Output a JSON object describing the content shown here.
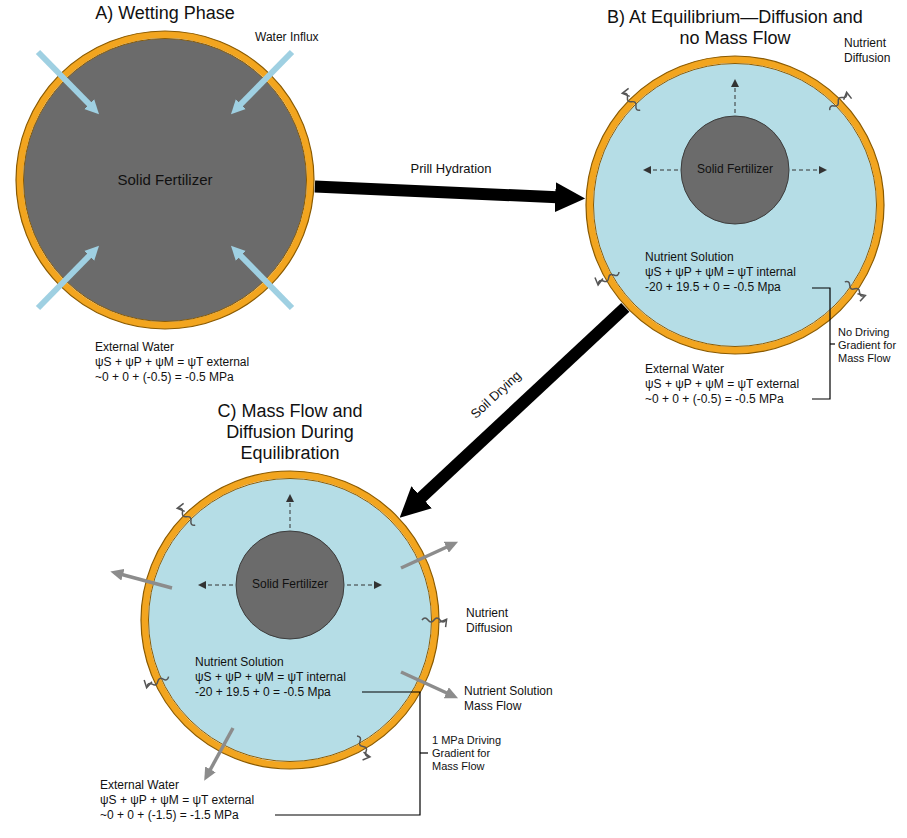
{
  "diagram": {
    "nodes": [
      {
        "text": [
          "A) Wetting Phase",
          "Solid Fertilizer"
        ]
      },
      {
        "text": [
          "B) At Equilibrium—Diffusion and no Mass Flow",
          "Nutrient Solution",
          "ψS + ψP + ψM = ψT internal",
          "-20 + 19.5 + 0 = -0.5 Mpa"
        ]
      },
      {
        "text": [
          "Solid Fertilizer"
        ],
        "in": 1
      },
      {
        "text": [
          "C) Mass Flow and Diffusion During Equilibration",
          "Nutrient Solution",
          "ψS + ψP + ψM = ψT internal",
          "-20 + 19.5 + 0 = -0.5 Mpa"
        ]
      },
      {
        "text": [
          "Solid Fertilizer"
        ],
        "in": 3
      }
    ],
    "edges": [
      {
        "from": 0,
        "to": 1,
        "label": "Prill Hydration",
        "arrow": "to"
      },
      {
        "from": 1,
        "to": 3,
        "label": "Soil Drying",
        "arrow": "to"
      }
    ],
    "labels": [
      "Water Influx",
      "External Water",
      "ψS + ψP + ψM = ψT external",
      "~0 + 0 + (-0.5) = -0.5 MPa",
      "Nutrient Diffusion",
      "External Water",
      "ψS + ψP + ψM = ψT external",
      "~0 + 0 + (-0.5) = -0.5 MPa",
      "No Driving Gradient for Mass Flow",
      "Nutrient Diffusion",
      "Nutrient Solution Mass Flow",
      "External Water",
      "ψS + ψP + ψM = ψT external",
      "~0 + 0 + (-1.5) = -1.5 MPa",
      "1 MPa Driving Gradient for Mass Flow"
    ]
  }
}
